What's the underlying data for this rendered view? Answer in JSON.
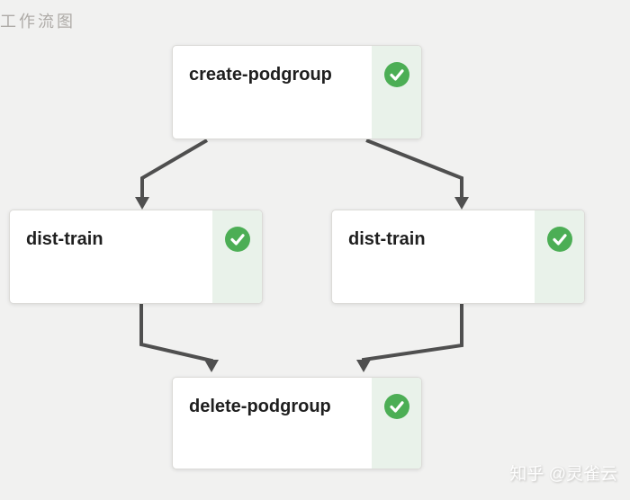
{
  "page": {
    "title": "工作流图",
    "background_color": "#f1f1f0"
  },
  "workflow": {
    "nodes": [
      {
        "id": "create-podgroup",
        "label": "create-podgroup",
        "status": "success"
      },
      {
        "id": "dist-train-left",
        "label": "dist-train",
        "status": "success"
      },
      {
        "id": "dist-train-right",
        "label": "dist-train",
        "status": "success"
      },
      {
        "id": "delete-podgroup",
        "label": "delete-podgroup",
        "status": "success"
      }
    ],
    "edges": [
      {
        "from": "create-podgroup",
        "to": "dist-train-left"
      },
      {
        "from": "create-podgroup",
        "to": "dist-train-right"
      },
      {
        "from": "dist-train-left",
        "to": "delete-podgroup"
      },
      {
        "from": "dist-train-right",
        "to": "delete-podgroup"
      }
    ],
    "colors": {
      "node_bg": "#ffffff",
      "node_border": "#dcdbd8",
      "status_strip_bg": "#e9f2ea",
      "status_icon_green": "#4cae55",
      "status_check": "#ffffff",
      "arrow": "#4f4f4f",
      "label_text": "#1f1f1f"
    },
    "status_icon_name": "check-circle-icon"
  },
  "watermark": {
    "text": "知乎 @灵雀云"
  }
}
